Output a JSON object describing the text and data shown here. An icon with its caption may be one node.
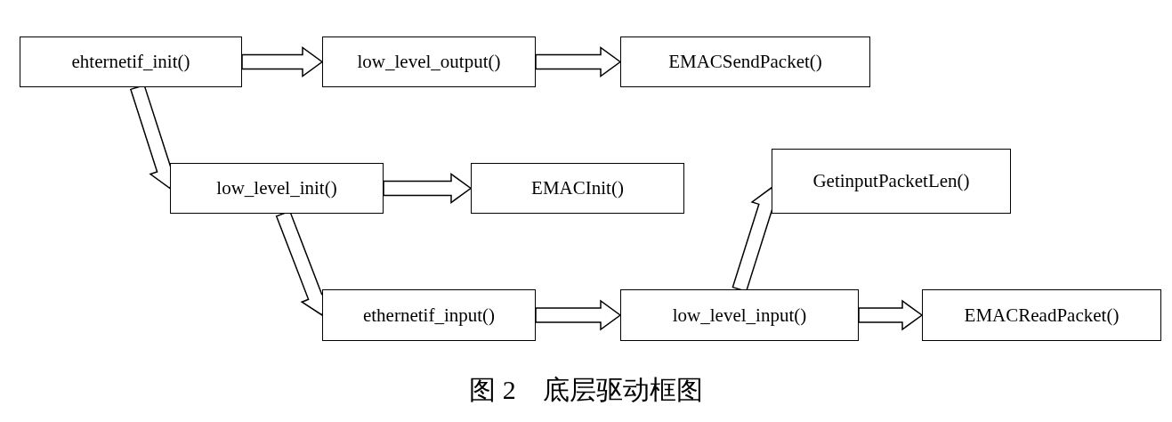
{
  "diagram": {
    "caption": "图 2　底层驱动框图",
    "nodes": [
      {
        "text": [
          "ehternetif_init()"
        ]
      },
      {
        "text": [
          "low_level_output()"
        ]
      },
      {
        "text": [
          "EMACSendPacket()"
        ]
      },
      {
        "text": [
          "low_level_init()"
        ]
      },
      {
        "text": [
          "EMACInit()"
        ]
      },
      {
        "text": [
          "GetinputPacketLen()"
        ]
      },
      {
        "text": [
          "ethernetif_input()"
        ]
      },
      {
        "text": [
          "low_level_input()"
        ]
      },
      {
        "text": [
          "EMACReadPacket()"
        ]
      }
    ],
    "edges": [
      {
        "from": 0,
        "to": 1,
        "arrow": "to"
      },
      {
        "from": 1,
        "to": 2,
        "arrow": "to"
      },
      {
        "from": 0,
        "to": 3,
        "arrow": "to"
      },
      {
        "from": 3,
        "to": 4,
        "arrow": "to"
      },
      {
        "from": 3,
        "to": 6,
        "arrow": "to"
      },
      {
        "from": 6,
        "to": 7,
        "arrow": "to"
      },
      {
        "from": 7,
        "to": 5,
        "arrow": "to"
      },
      {
        "from": 7,
        "to": 8,
        "arrow": "to"
      }
    ]
  }
}
